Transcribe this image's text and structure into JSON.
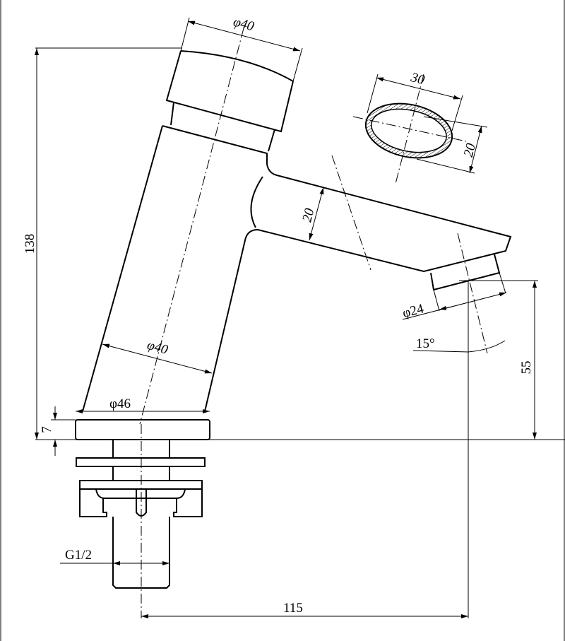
{
  "drawing": {
    "labels": {
      "cap_diameter": "φ40",
      "outlet_width": "30",
      "outlet_height": "20",
      "spout_thickness": "20",
      "body_diameter": "φ40",
      "aerator_diameter": "φ24",
      "angle": "15°",
      "spout_height": "55",
      "total_height": "138",
      "base_thickness": "7",
      "base_diameter": "φ46",
      "thread": "G1/2",
      "reach": "115"
    }
  }
}
